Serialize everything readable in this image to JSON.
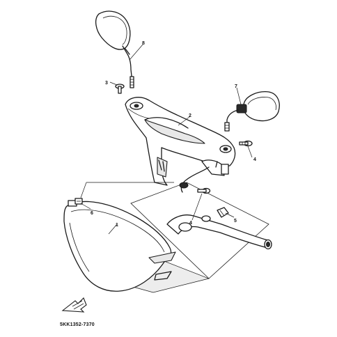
{
  "callouts": {
    "c1": "1",
    "c2": "2",
    "c3": "3",
    "c4a": "4",
    "c4b": "4",
    "c5": "5",
    "c6": "6",
    "c7": "7",
    "c8": "8"
  },
  "diagram_code": "5KK1352-7370"
}
